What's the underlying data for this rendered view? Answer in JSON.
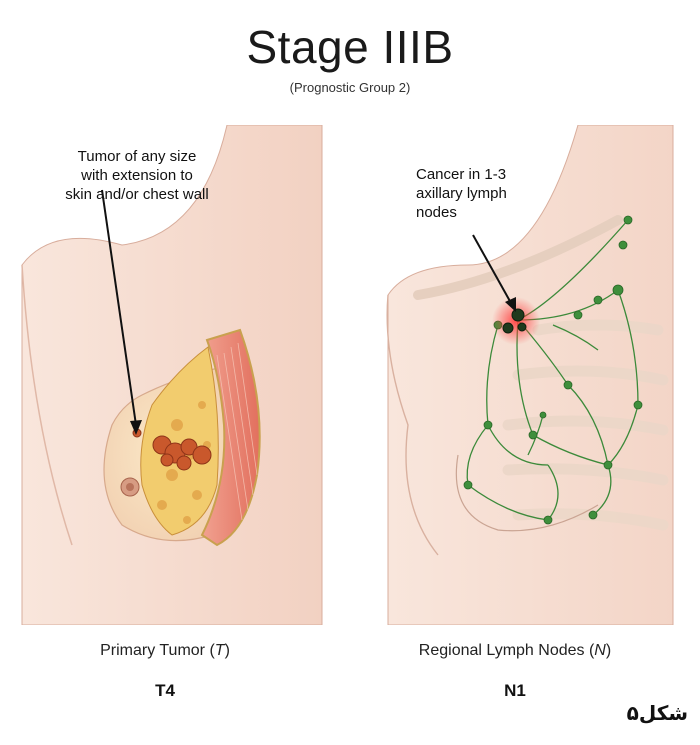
{
  "title": "Stage IIIB",
  "subtitle": "(Prognostic Group 2)",
  "left_panel": {
    "callout": [
      "Tumor of any size",
      "with extension to",
      "skin and/or chest wall"
    ],
    "caption_main": "Primary Tumor (",
    "caption_italic": "T",
    "caption_end": ")",
    "stage": "T4"
  },
  "right_panel": {
    "callout": [
      "Cancer in 1-3",
      "axillary lymph",
      "nodes"
    ],
    "caption_main": "Regional Lymph Nodes (",
    "caption_italic": "N",
    "caption_end": ")",
    "stage": "N1"
  },
  "figure_label": "شکل۵",
  "colors": {
    "skin": "#f7ddd0",
    "skin_shadow": "#ecc3b2",
    "tissue_yellow": "#f3d27a",
    "tumor": "#c9582c",
    "muscle": "#e88a78",
    "lymph": "#3c8a3a",
    "highlight": "#e23b3b"
  }
}
